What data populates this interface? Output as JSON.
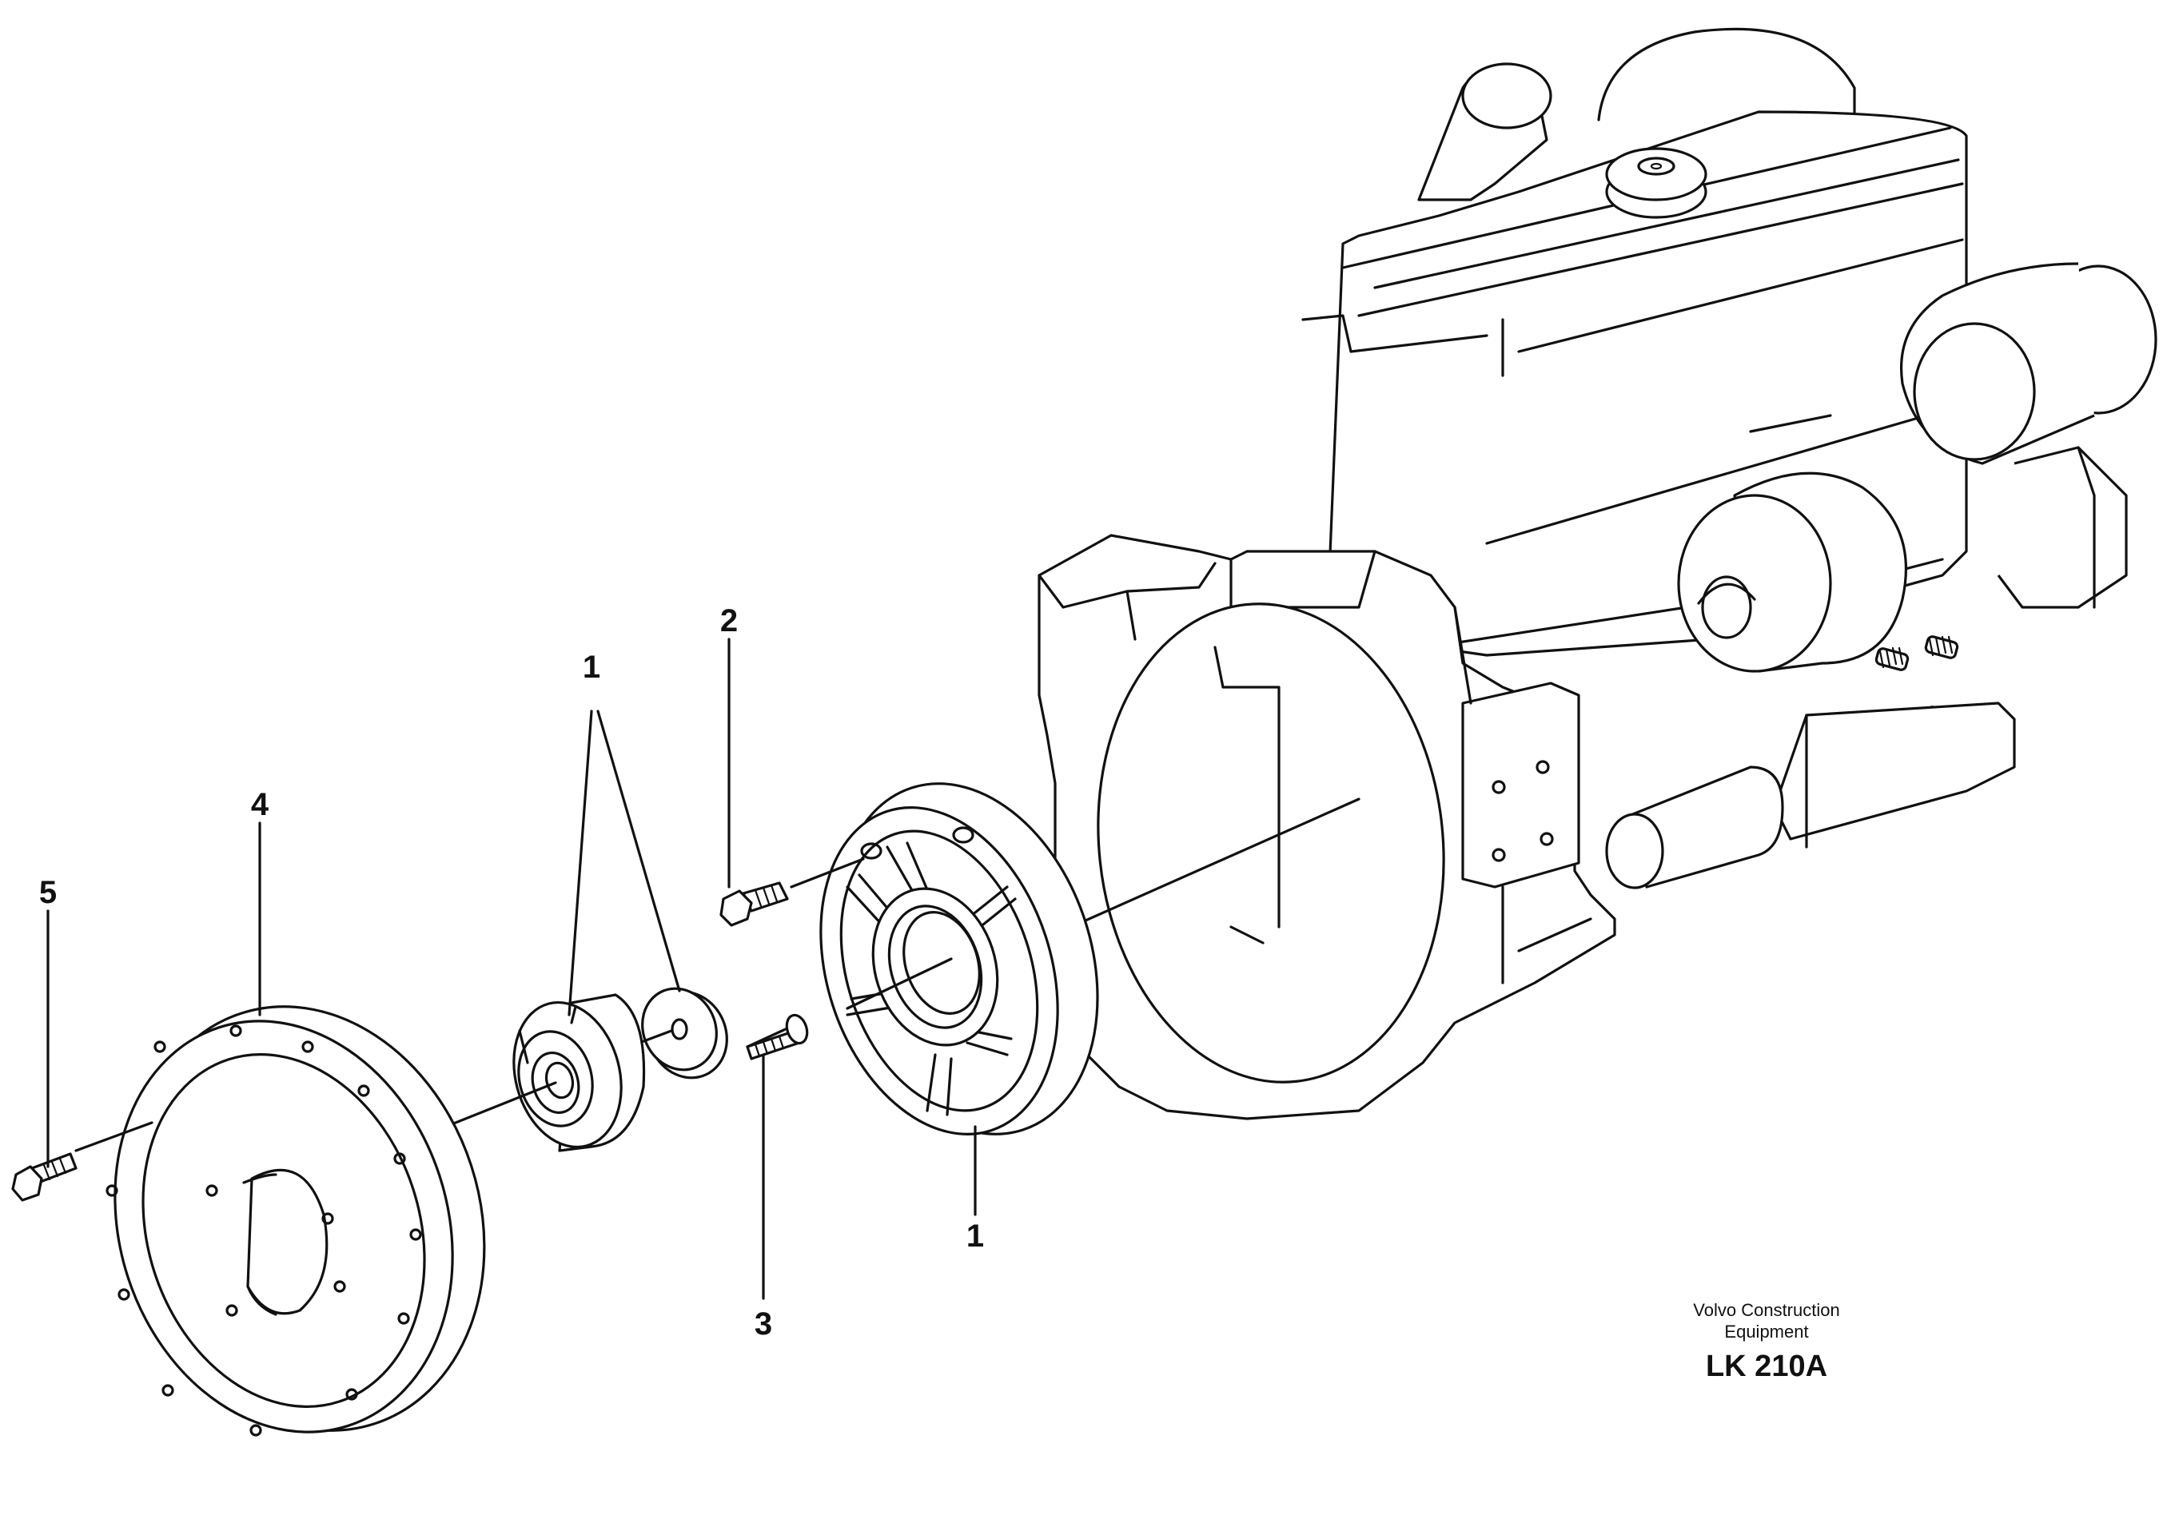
{
  "callouts": {
    "c1_top": "1",
    "c2": "2",
    "c4": "4",
    "c5": "5",
    "c1_bottom": "1",
    "c3": "3"
  },
  "caption": {
    "line1": "Volvo Construction",
    "line2": "Equipment",
    "code": "LK 210A"
  }
}
